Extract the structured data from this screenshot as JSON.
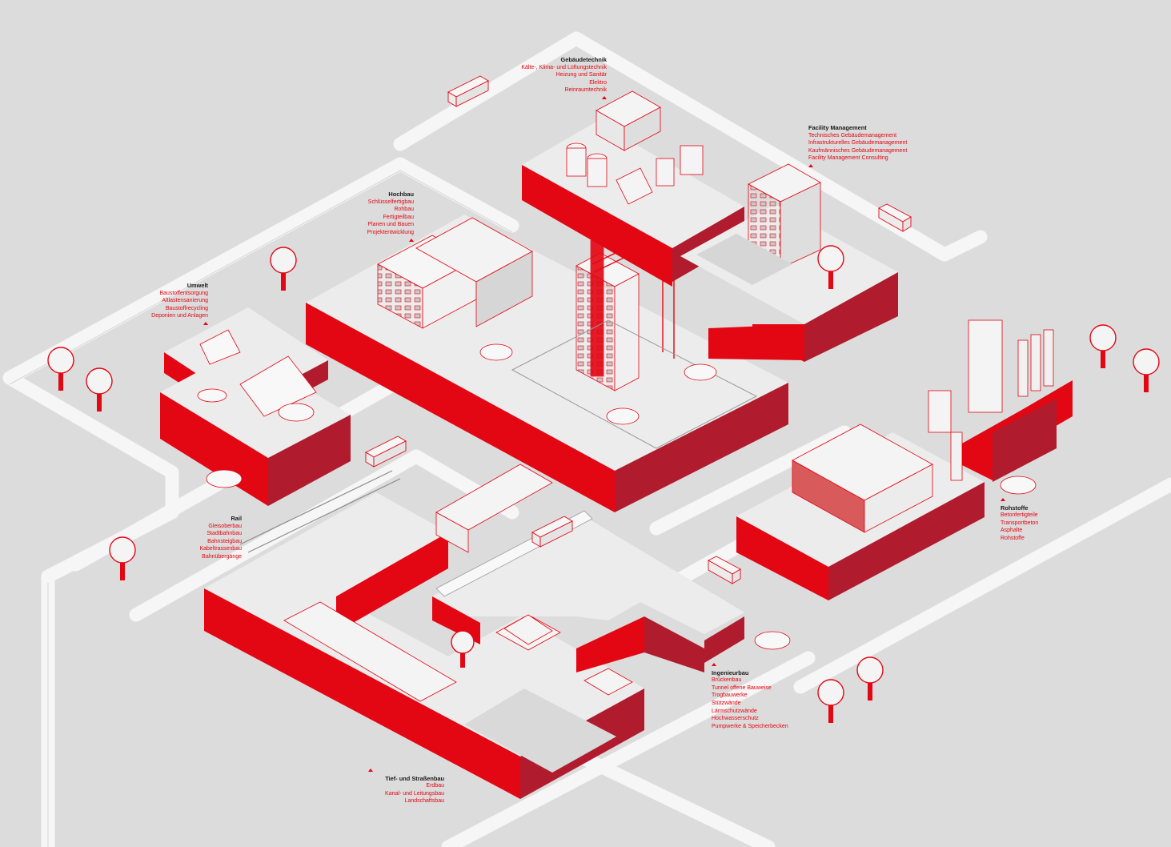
{
  "colors": {
    "background": "#dcdcdc",
    "road": "#f4f4f4",
    "platform_top": "#ececec",
    "platform_side_light": "#e30613",
    "platform_side_dark": "#b01c2e",
    "text_accent": "#e30613",
    "text_title": "#1a1a1a"
  },
  "sections": [
    {
      "id": "gebaeudetechnik",
      "title": "Gebäudetechnik",
      "items": [
        "Kälte-, Klima- und Lüftungstechnik",
        "Heizung und Sanitär",
        "Elektro",
        "Reinraumtechnik"
      ]
    },
    {
      "id": "facility",
      "title": "Facility Management",
      "items": [
        "Technisches Gebäudemanagement",
        "Infrastrukturelles Gebäudemanagement",
        "Kaufmännisches Gebäudemanagement",
        "Facility Management Consulting"
      ]
    },
    {
      "id": "hochbau",
      "title": "Hochbau",
      "items": [
        "Schlüsselfertigbau",
        "Rohbau",
        "Fertigteilbau",
        "Planen und Bauen",
        "Projektentwicklung"
      ]
    },
    {
      "id": "umwelt",
      "title": "Umwelt",
      "items": [
        "Baustoffentsorgung",
        "Altlastensanierung",
        "Baustoffrecycling",
        "Deponien und Anlagen"
      ]
    },
    {
      "id": "rail",
      "title": "Rail",
      "items": [
        "Gleisoberbau",
        "Stadtbahnbau",
        "Bahnsteigbau",
        "Kabeltrassenbau",
        "Bahnübergänge"
      ]
    },
    {
      "id": "rohstoffe",
      "title": "Rohstoffe",
      "items": [
        "Betonfertigteile",
        "Transportbeton",
        "Asphalte",
        "Rohstoffe"
      ]
    },
    {
      "id": "ingenieurbau",
      "title": "Ingenieurbau",
      "items": [
        "Brückenbau",
        "Tunnel offene Bauweise",
        "Trogbauwerke",
        "Stützwände",
        "Lärmschutzwände",
        "Hochwasserschutz",
        "Pumpwerke & Speicherbecken"
      ]
    },
    {
      "id": "tiefbau",
      "title": "Tief- und Straßenbau",
      "items": [
        "Erdbau",
        "Kanal- und Leitungsbau",
        "Landschaftsbau"
      ]
    }
  ]
}
